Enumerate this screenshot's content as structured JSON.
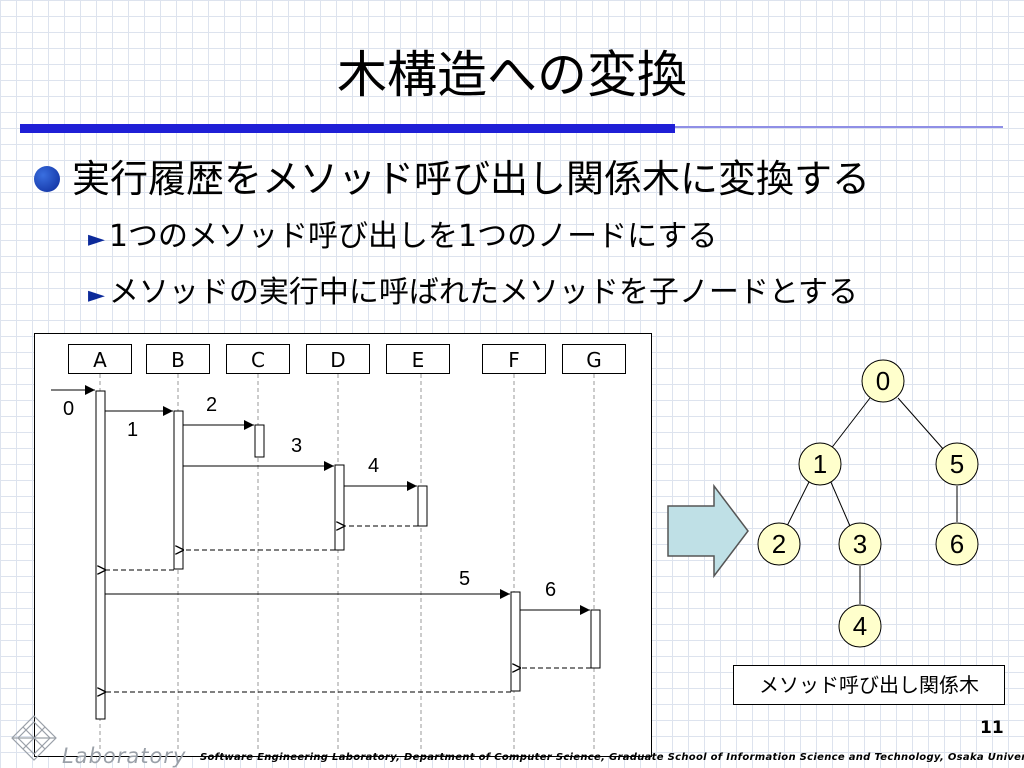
{
  "title": "木構造への変換",
  "bullet": "実行履歴をメソッド呼び出し関係木に変換する",
  "sub_bullets": [
    "1つのメソッド呼び出しを1つのノードにする",
    "メソッドの実行中に呼ばれたメソッドを子ノードとする"
  ],
  "sequence": {
    "lifelines": [
      "A",
      "B",
      "C",
      "D",
      "E",
      "F",
      "G"
    ],
    "call_labels": [
      "0",
      "1",
      "2",
      "3",
      "4",
      "5",
      "6"
    ]
  },
  "tree": {
    "nodes": [
      "0",
      "1",
      "5",
      "2",
      "3",
      "6",
      "4"
    ],
    "caption": "メソッド呼び出し関係木"
  },
  "colors": {
    "accent_bar": "#1f1fd6",
    "arrow_fill": "#bfe0e6",
    "node_fill": "#ffffcc"
  },
  "footer": "Software Engineering Laboratory, Department of Computer Science, Graduate School of Information Science and Technology, Osaka University",
  "logo_text": "Laboratory",
  "page_number": "11"
}
